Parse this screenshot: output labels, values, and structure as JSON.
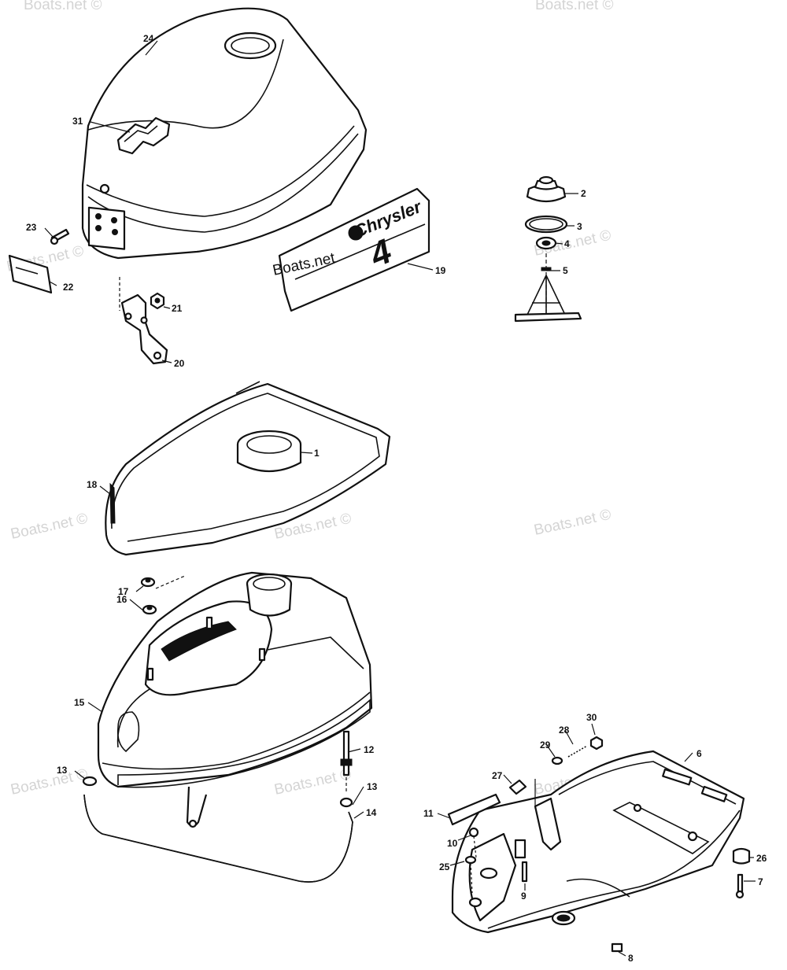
{
  "watermark": "Boats.net ©",
  "decal": {
    "brand": "Chrysler",
    "model": "4",
    "site": "Boats.net"
  },
  "callouts": {
    "c1": "1",
    "c2": "2",
    "c3": "3",
    "c4": "4",
    "c5": "5",
    "c6": "6",
    "c7": "7",
    "c8": "8",
    "c9": "9",
    "c10": "10",
    "c11": "11",
    "c12": "12",
    "c13a": "13",
    "c13b": "13",
    "c14": "14",
    "c15": "15",
    "c16": "16",
    "c17": "17",
    "c18": "18",
    "c19": "19",
    "c20": "20",
    "c21": "21",
    "c22": "22",
    "c23": "23",
    "c24": "24",
    "c25": "25",
    "c26": "26",
    "c27": "27",
    "c28": "28",
    "c29": "29",
    "c30": "30",
    "c31": "31"
  }
}
